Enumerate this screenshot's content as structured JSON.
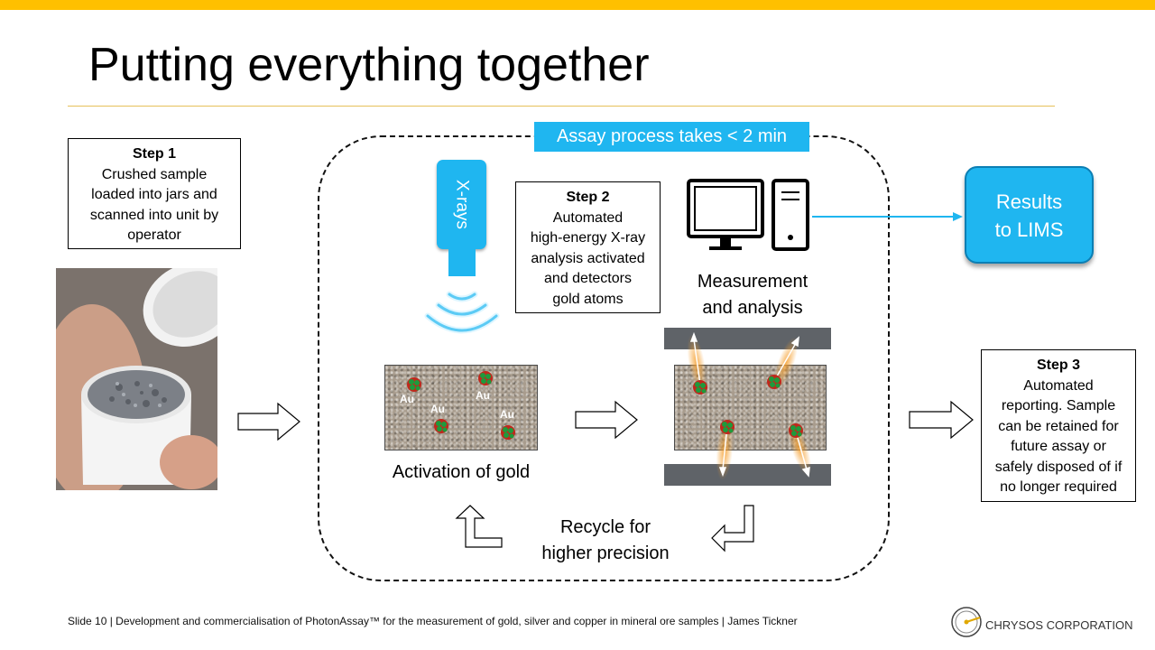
{
  "slide": {
    "title": "Putting everything together",
    "footer": "Slide 10 | Development and commercialisation of PhotonAssay™ for the measurement of gold, silver and copper in mineral ore samples | James Tickner",
    "logo_text": "CHRYSOS CORPORATION"
  },
  "colors": {
    "accent_yellow": "#ffc000",
    "accent_blue": "#1fb6f0",
    "gold_glow": "#f5a030",
    "atom_green": "#1e9a3c",
    "atom_red": "#c0281c"
  },
  "steps": [
    {
      "heading": "Step 1",
      "body": "Crushed sample\nloaded into jars and\nscanned into unit by\noperator"
    },
    {
      "heading": "Step 2",
      "body": "Automated\nhigh-energy X-ray\nanalysis activated\nand detectors\ngold atoms"
    },
    {
      "heading": "Step 3",
      "body": "Automated\nreporting. Sample\ncan be retained for\nfuture assay or\nsafely disposed of if\nno longer required"
    }
  ],
  "diagram": {
    "banner": "Assay process takes < 2 min",
    "xray_label": "X-rays",
    "measurement_label": "Measurement\nand analysis",
    "activation_label": "Activation of gold",
    "recycle_label": "Recycle for\nhigher precision",
    "results_label": "Results\nto LIMS",
    "atom_label": "Au",
    "icons": [
      "sample-jar-photo",
      "xray-source-icon",
      "xray-waves-icon",
      "computer-monitor-icon",
      "computer-tower-icon",
      "gold-atom-icon",
      "outline-arrow-right-icon",
      "u-turn-arrow-icon"
    ]
  }
}
